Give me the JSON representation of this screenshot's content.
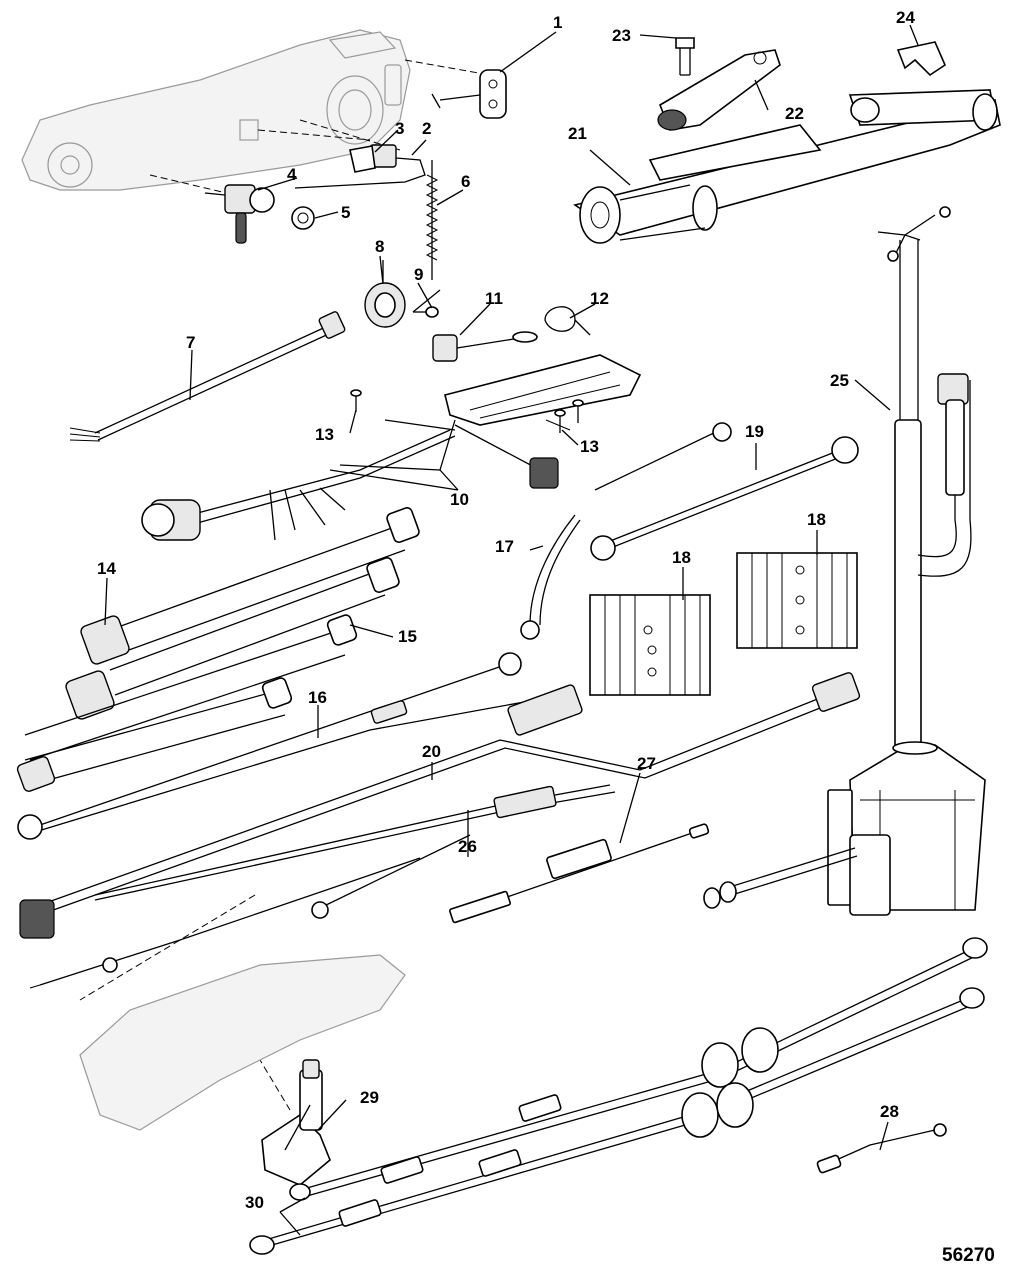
{
  "figure_number": "56270",
  "callouts": [
    {
      "id": "1",
      "label": "1"
    },
    {
      "id": "2",
      "label": "2"
    },
    {
      "id": "3",
      "label": "3"
    },
    {
      "id": "4",
      "label": "4"
    },
    {
      "id": "5",
      "label": "5"
    },
    {
      "id": "6",
      "label": "6"
    },
    {
      "id": "7",
      "label": "7"
    },
    {
      "id": "8",
      "label": "8"
    },
    {
      "id": "9",
      "label": "9"
    },
    {
      "id": "10",
      "label": "10"
    },
    {
      "id": "11",
      "label": "11"
    },
    {
      "id": "12",
      "label": "12"
    },
    {
      "id": "13a",
      "label": "13"
    },
    {
      "id": "13b",
      "label": "13"
    },
    {
      "id": "14",
      "label": "14"
    },
    {
      "id": "15",
      "label": "15"
    },
    {
      "id": "16",
      "label": "16"
    },
    {
      "id": "17",
      "label": "17"
    },
    {
      "id": "18a",
      "label": "18"
    },
    {
      "id": "18b",
      "label": "18"
    },
    {
      "id": "19",
      "label": "19"
    },
    {
      "id": "20",
      "label": "20"
    },
    {
      "id": "21",
      "label": "21"
    },
    {
      "id": "22",
      "label": "22"
    },
    {
      "id": "23",
      "label": "23"
    },
    {
      "id": "24",
      "label": "24"
    },
    {
      "id": "25",
      "label": "25"
    },
    {
      "id": "26",
      "label": "26"
    },
    {
      "id": "27",
      "label": "27"
    },
    {
      "id": "28",
      "label": "28"
    },
    {
      "id": "29",
      "label": "29"
    },
    {
      "id": "30",
      "label": "30"
    }
  ]
}
